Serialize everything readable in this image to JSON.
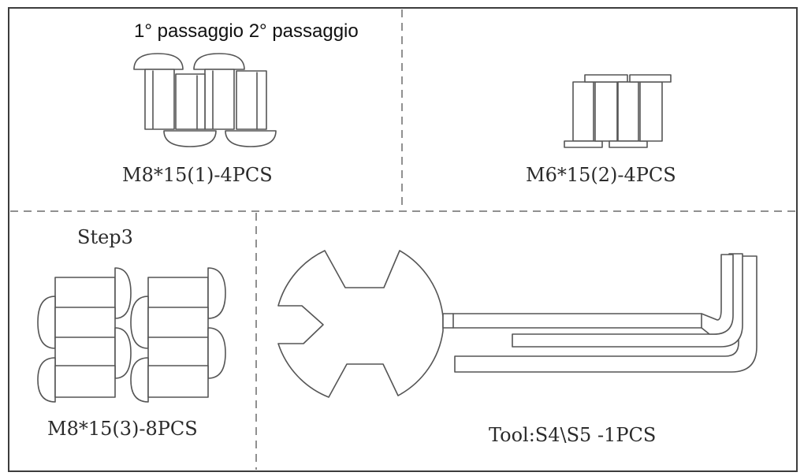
{
  "header_text": "1° passaggio 2° passaggio",
  "panels": {
    "top_left": {
      "label": "M8*15(1)-4PCS"
    },
    "top_right": {
      "label": "M6*15(2)-4PCS"
    },
    "bottom_left": {
      "step": "Step3",
      "label": "M8*15(3)-8PCS"
    },
    "bottom_right": {
      "label": "Tool:S4\\S5 -1PCS"
    }
  },
  "icons": [
    "bolt-m8-icon",
    "bolt-m6-icon",
    "double-ended-wrench-icon",
    "hex-key-icon"
  ]
}
